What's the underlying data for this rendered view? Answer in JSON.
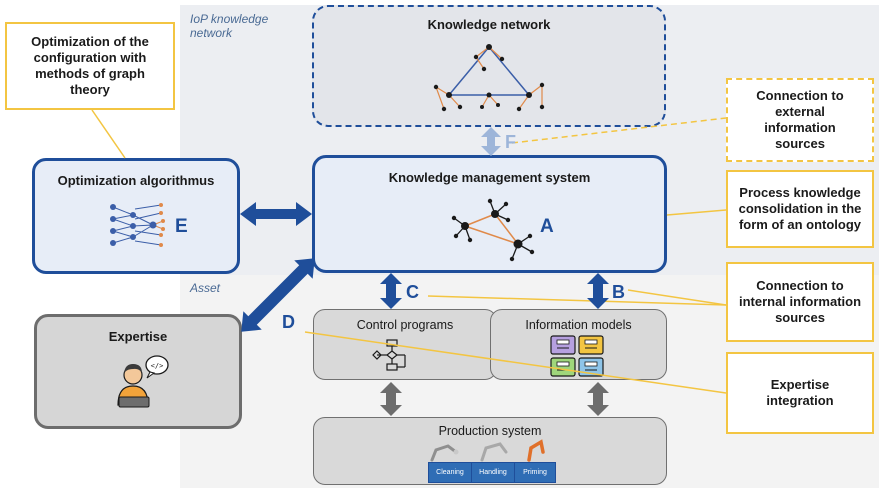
{
  "regions": {
    "iop_label": "IoP knowledge network",
    "asset_label": "Asset"
  },
  "boxes": {
    "knowledge_network": "Knowledge network",
    "kms": "Knowledge management system",
    "optimization": "Optimization algorithmus",
    "expertise": "Expertise",
    "control_programs": "Control programs",
    "information_models": "Information models",
    "production_system": "Production system"
  },
  "letters": {
    "a": "A",
    "b": "B",
    "c": "C",
    "d": "D",
    "e": "E",
    "f": "F"
  },
  "callouts": {
    "graph_theory": "Optimization of the configuration with methods of graph theory",
    "external": "Connection to external information sources",
    "ontology": "Process knowledge consolidation in the form of an ontology",
    "internal": "Connection to internal information sources",
    "expertise_integration": "Expertise integration"
  },
  "production_stations": [
    "Cleaning",
    "Handling",
    "Priming"
  ],
  "colors": {
    "blue": "#1f4e9a",
    "light_blue": "#9db5d9",
    "yellow": "#f3c542",
    "gray": "#6d6d6d",
    "orange": "#e08a4a"
  },
  "icons": [
    "graph-icon",
    "neural-network-icon",
    "expert-icon",
    "flowchart-icon",
    "information-model-icon",
    "robot-icon"
  ]
}
